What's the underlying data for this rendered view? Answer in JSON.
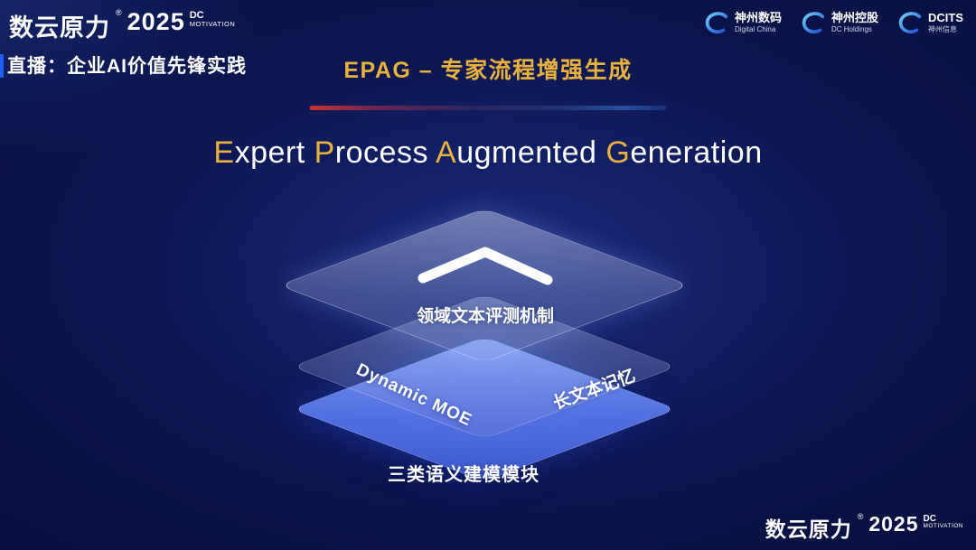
{
  "colors": {
    "gold": "#e8b23c",
    "accent_red": "#c93430",
    "layer_blue": "#5876eb",
    "background": "#081040"
  },
  "top_left_logo": {
    "name": "数云原力",
    "reg": "®",
    "year": "2025",
    "dc": "DC",
    "motivation": "MOTIVATION"
  },
  "live_label": "直播：企业AI价值先锋实践",
  "header_title": "EPAG – 专家流程增强生成",
  "partners": [
    {
      "name": "神州数码",
      "sub": "Digital China"
    },
    {
      "name": "神州控股",
      "sub": "DC Holdings"
    },
    {
      "name": "DCITS",
      "sub": "神州信息"
    }
  ],
  "subtitle": {
    "g1": "E",
    "w1": "xpert ",
    "g2": "P",
    "w2": "rocess ",
    "g3": "A",
    "w3": "ugmented ",
    "g4": "G",
    "w4": "eneration"
  },
  "diagram": {
    "chevron_icon": "chevron-up",
    "layer_top_label": "领域文本评测机制",
    "layer_mid_left_label": "Dynamic MOE",
    "layer_mid_right_label": "长文本记忆",
    "layer_bottom_label": "三类语义建模模块"
  },
  "bottom_right_logo": {
    "name": "数云原力",
    "reg": "®",
    "year": "2025",
    "dc": "DC",
    "motivation": "MOTIVATION"
  }
}
